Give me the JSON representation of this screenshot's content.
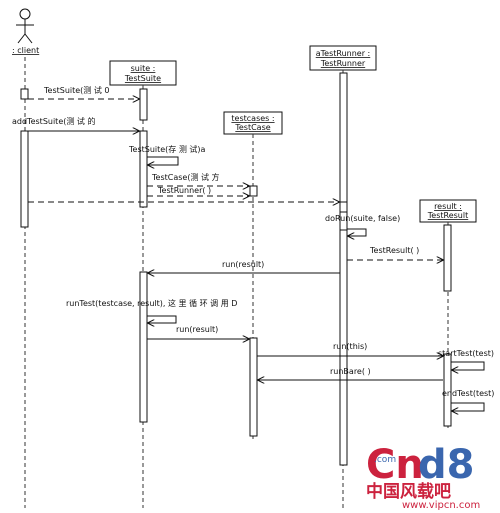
{
  "lifelines": {
    "client": ": client",
    "suite_line1": "suite :",
    "suite_line2": "TestSuite",
    "testcases_line1": "testcases :",
    "testcases_line2": "TestCase",
    "runner_line1": "aTestRunner :",
    "runner_line2": "TestRunner",
    "result_line1": "result :",
    "result_line2": "TestResult"
  },
  "messages": [
    "TestSuite(测  试  0",
    "addTestSuite(测  试  的",
    "TestSuite(存  测  试)a",
    "TestCase(测  试  方",
    "TestRunner( )",
    "doRun(suite, false)",
    "TestResult( )",
    "run(result)",
    "runTest(testcase, result), 这  里  循  环  调  用  D",
    "run(result)",
    "run(this)",
    "runBare( )",
    "startTest(test)",
    "endTest(test)"
  ],
  "watermark": {
    "brand_a": "Cn",
    "brand_com": ".com",
    "brand_b": "d8",
    "tagline": "中国风载吧",
    "url": "www.vipcn.com"
  },
  "colors": {
    "watermark_red": "#c8102e",
    "watermark_blue": "#2a5aa8",
    "ink": "#111111"
  }
}
